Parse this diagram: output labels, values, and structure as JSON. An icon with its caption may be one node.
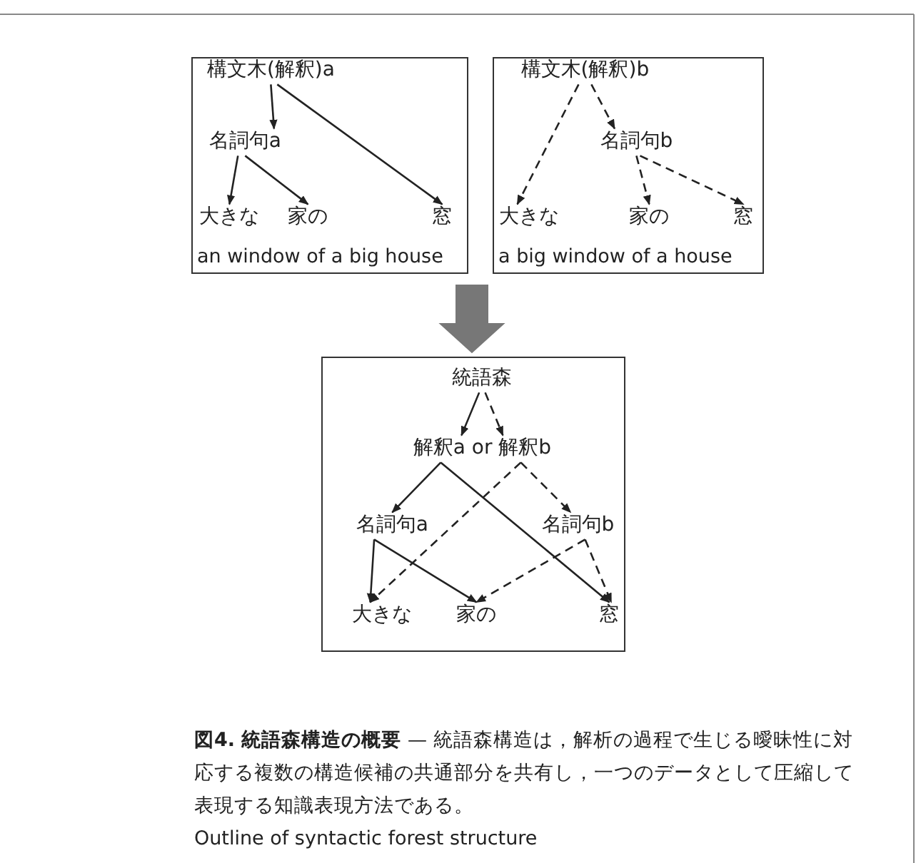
{
  "diagram": {
    "caption": "**図4. 統語森構造の概要** — 統語森構造は，解析の過程で生じる曖昧性に対応する複数の構造候補の共通部分を共有し，一つのデータとして圧縮して表現する知識表現方法である。",
    "nodes": [
      {
        "text": [
          "an window of a big house"
        ]
      },
      {
        "text": [
          "構文木(解釈)a"
        ],
        "in": 0
      },
      {
        "text": [
          "名詞句a"
        ],
        "in": 0
      },
      {
        "text": [
          "大きな"
        ],
        "in": 0
      },
      {
        "text": [
          "家の"
        ],
        "in": 0
      },
      {
        "text": [
          "窓"
        ],
        "in": 0
      },
      {
        "text": [
          "a big window of a house"
        ]
      },
      {
        "text": [
          "構文木(解釈)b"
        ],
        "in": 6
      },
      {
        "text": [
          "名詞句b"
        ],
        "in": 6
      },
      {
        "text": [
          "大きな"
        ],
        "in": 6
      },
      {
        "text": [
          "家の"
        ],
        "in": 6
      },
      {
        "text": [
          "窓"
        ],
        "in": 6
      },
      {
        "text": [],
        "shape": "box"
      },
      {
        "text": [
          "統語森"
        ],
        "in": 12
      },
      {
        "text": [
          "解釈a or 解釈b"
        ],
        "in": 12
      },
      {
        "text": [
          "名詞句a"
        ],
        "in": 12
      },
      {
        "text": [
          "名詞句b"
        ],
        "in": 12
      },
      {
        "text": [
          "大きな"
        ],
        "in": 12
      },
      {
        "text": [
          "家の"
        ],
        "in": 12
      },
      {
        "text": [
          "窓"
        ],
        "in": 12
      }
    ],
    "edges": [
      {
        "from": 1,
        "to": 2,
        "arrow": "to"
      },
      {
        "from": 1,
        "to": 5,
        "arrow": "to"
      },
      {
        "from": 2,
        "to": 3,
        "arrow": "to"
      },
      {
        "from": 2,
        "to": 4,
        "arrow": "to"
      },
      {
        "from": 7,
        "to": 9,
        "arrow": "to",
        "style": "dashed"
      },
      {
        "from": 7,
        "to": 8,
        "arrow": "to",
        "style": "dashed"
      },
      {
        "from": 8,
        "to": 10,
        "arrow": "to",
        "style": "dashed"
      },
      {
        "from": 8,
        "to": 11,
        "arrow": "to",
        "style": "dashed"
      },
      {
        "from": 13,
        "to": 14,
        "arrow": "to"
      },
      {
        "from": 13,
        "to": 14,
        "arrow": "to",
        "style": "dashed"
      },
      {
        "from": 14,
        "to": 15,
        "arrow": "to"
      },
      {
        "from": 14,
        "to": 19,
        "arrow": "to"
      },
      {
        "from": 14,
        "to": 17,
        "arrow": "to",
        "style": "dashed"
      },
      {
        "from": 14,
        "to": 16,
        "arrow": "to",
        "style": "dashed"
      },
      {
        "from": 15,
        "to": 17,
        "arrow": "to"
      },
      {
        "from": 15,
        "to": 18,
        "arrow": "to"
      },
      {
        "from": 16,
        "to": 18,
        "arrow": "to",
        "style": "dashed"
      },
      {
        "from": 16,
        "to": 19,
        "arrow": "to",
        "style": "dashed"
      },
      {
        "from": 0,
        "to": 12,
        "arrow": "to",
        "style": "thick",
        "color": "#777777"
      },
      {
        "from": 6,
        "to": 12,
        "arrow": "to",
        "style": "thick",
        "color": "#777777"
      }
    ],
    "labels": [
      "Outline of syntactic forest structure"
    ]
  }
}
